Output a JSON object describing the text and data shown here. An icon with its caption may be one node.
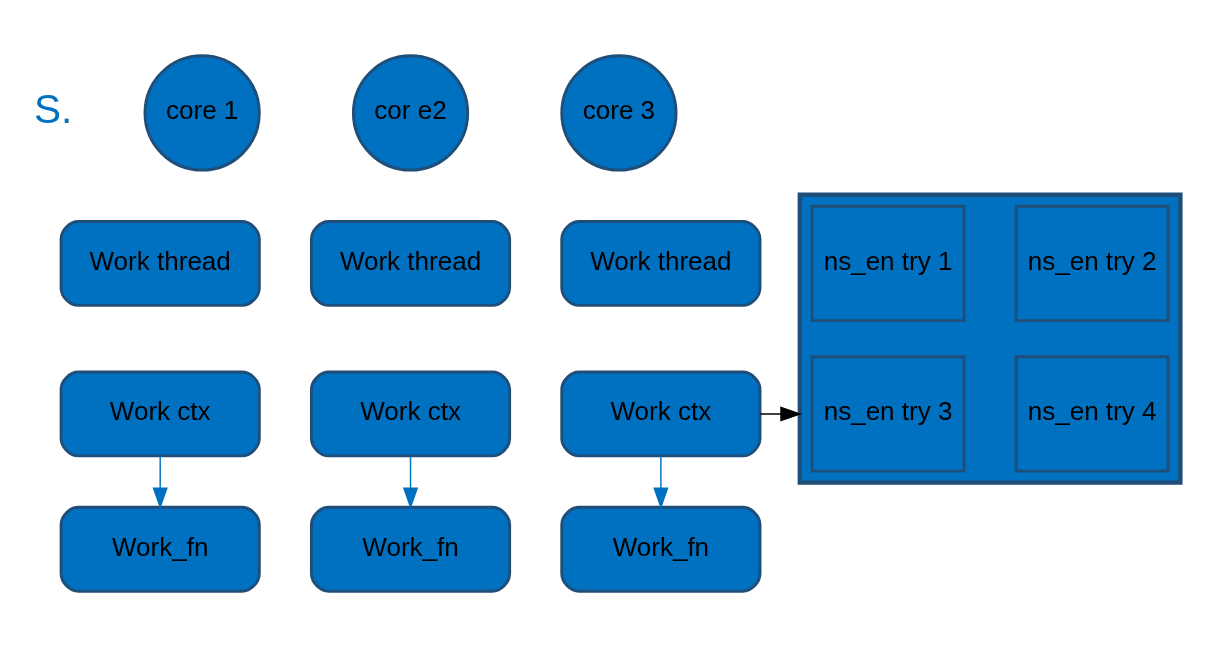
{
  "diagram": {
    "nodes": [
      {
        "text": [
          "core 1"
        ]
      },
      {
        "text": [
          "cor e2"
        ]
      },
      {
        "text": [
          "core 3"
        ]
      },
      {
        "text": [
          "Work thread"
        ]
      },
      {
        "text": [
          "Work ctx"
        ]
      },
      {
        "text": [
          "Work_fn"
        ]
      },
      {
        "text": [
          "Work thread"
        ]
      },
      {
        "text": [
          "Work ctx"
        ]
      },
      {
        "text": [
          "Work_fn"
        ]
      },
      {
        "text": [
          "Work thread"
        ]
      },
      {
        "text": [
          "Work ctx"
        ]
      },
      {
        "text": [
          "Work_fn"
        ]
      },
      {
        "text": [],
        "shape": "box"
      },
      {
        "text": [
          "ns_en try 1"
        ],
        "in": 12
      },
      {
        "text": [
          "ns_en try 2"
        ],
        "in": 12
      },
      {
        "text": [
          "ns_en try 3"
        ],
        "in": 12
      },
      {
        "text": [
          "ns_en try 4"
        ],
        "in": 12
      }
    ],
    "edges": [
      {
        "from": 4,
        "to": 5,
        "arrow": "to"
      },
      {
        "from": 7,
        "to": 8,
        "arrow": "to"
      },
      {
        "from": 10,
        "to": 11,
        "arrow": "to"
      },
      {
        "from": 10,
        "to": 12,
        "arrow": "to",
        "color": "#000000"
      }
    ],
    "labels": [
      "S."
    ]
  }
}
